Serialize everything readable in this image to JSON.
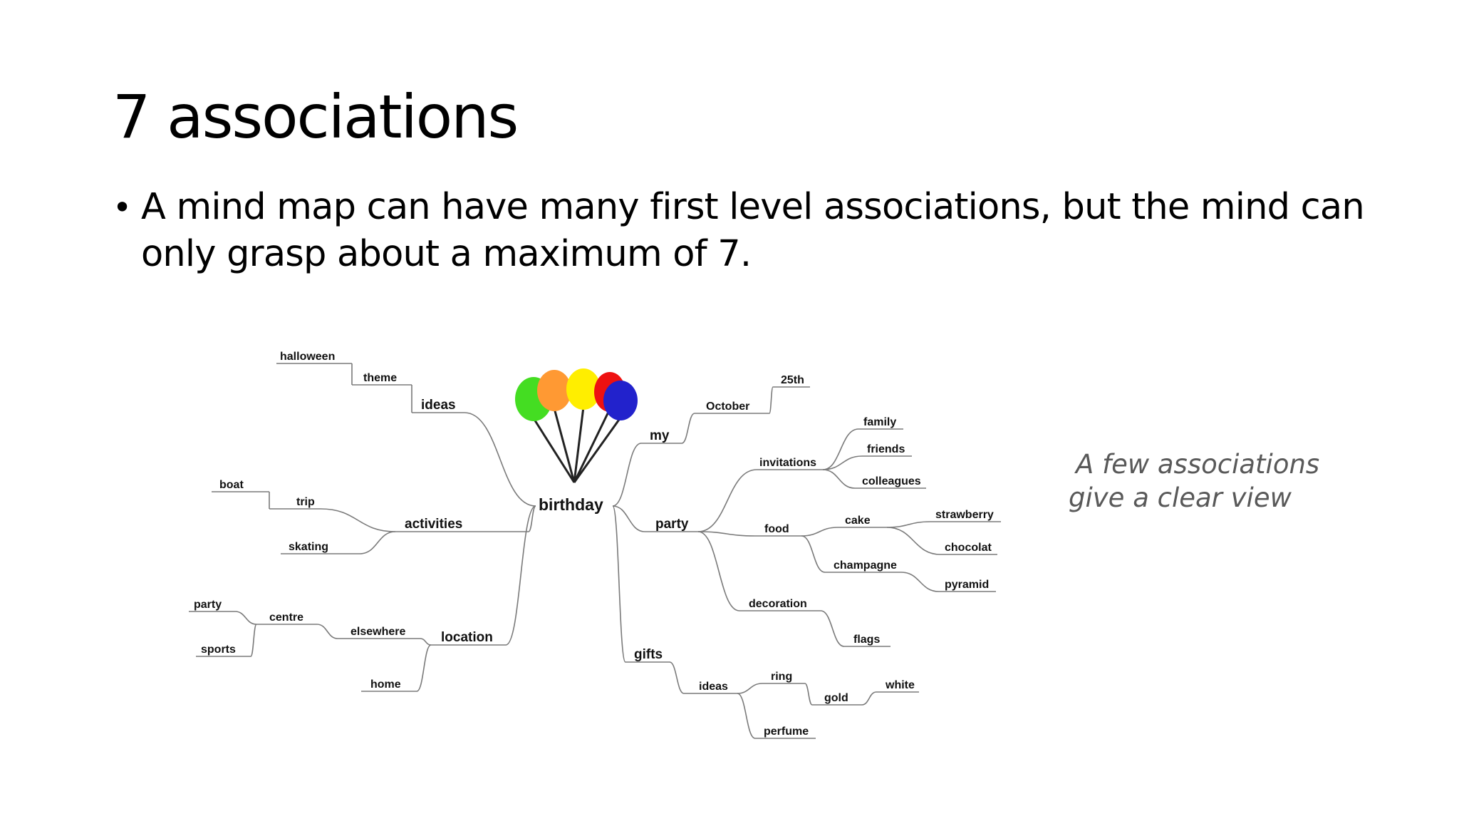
{
  "slide": {
    "title": "7 associations",
    "bullet": "A mind map can have many first level associations, but the mind can only grasp about a maximum of 7.",
    "caption_line1": "A few associations",
    "caption_line2": "give a clear view"
  },
  "mindmap": {
    "center": "birthday",
    "balloon_colors": [
      "#44dd22",
      "#ff9933",
      "#ffee00",
      "#ee1111",
      "#2222cc"
    ],
    "line_color": "#7a7a7a",
    "nodes": [
      {
        "id": "birthday",
        "label": "birthday"
      },
      {
        "id": "ideas",
        "label": "ideas"
      },
      {
        "id": "theme",
        "label": "theme"
      },
      {
        "id": "halloween",
        "label": "halloween"
      },
      {
        "id": "activities",
        "label": "activities"
      },
      {
        "id": "trip",
        "label": "trip"
      },
      {
        "id": "boat",
        "label": "boat"
      },
      {
        "id": "skating",
        "label": "skating"
      },
      {
        "id": "location",
        "label": "location"
      },
      {
        "id": "elsewhere",
        "label": "elsewhere"
      },
      {
        "id": "centre",
        "label": "centre"
      },
      {
        "id": "party_l",
        "label": "party"
      },
      {
        "id": "sports",
        "label": "sports"
      },
      {
        "id": "home",
        "label": "home"
      },
      {
        "id": "my",
        "label": "my"
      },
      {
        "id": "october",
        "label": "October"
      },
      {
        "id": "d25th",
        "label": "25th"
      },
      {
        "id": "party",
        "label": "party"
      },
      {
        "id": "invitations",
        "label": "invitations"
      },
      {
        "id": "family",
        "label": "family"
      },
      {
        "id": "friends",
        "label": "friends"
      },
      {
        "id": "colleagues",
        "label": "colleagues"
      },
      {
        "id": "food",
        "label": "food"
      },
      {
        "id": "cake",
        "label": "cake"
      },
      {
        "id": "strawberry",
        "label": "strawberry"
      },
      {
        "id": "chocolat",
        "label": "chocolat"
      },
      {
        "id": "champagne",
        "label": "champagne"
      },
      {
        "id": "pyramid",
        "label": "pyramid"
      },
      {
        "id": "decoration",
        "label": "decoration"
      },
      {
        "id": "flags",
        "label": "flags"
      },
      {
        "id": "gifts",
        "label": "gifts"
      },
      {
        "id": "ideas_g",
        "label": "ideas"
      },
      {
        "id": "ring",
        "label": "ring"
      },
      {
        "id": "gold",
        "label": "gold"
      },
      {
        "id": "white",
        "label": "white"
      },
      {
        "id": "perfume",
        "label": "perfume"
      }
    ],
    "edges": [
      [
        "birthday",
        "ideas"
      ],
      [
        "ideas",
        "theme"
      ],
      [
        "theme",
        "halloween"
      ],
      [
        "birthday",
        "activities"
      ],
      [
        "activities",
        "trip"
      ],
      [
        "trip",
        "boat"
      ],
      [
        "activities",
        "skating"
      ],
      [
        "birthday",
        "location"
      ],
      [
        "location",
        "elsewhere"
      ],
      [
        "elsewhere",
        "centre"
      ],
      [
        "centre",
        "party_l"
      ],
      [
        "centre",
        "sports"
      ],
      [
        "location",
        "home"
      ],
      [
        "birthday",
        "my"
      ],
      [
        "my",
        "october"
      ],
      [
        "october",
        "d25th"
      ],
      [
        "birthday",
        "party"
      ],
      [
        "party",
        "invitations"
      ],
      [
        "invitations",
        "family"
      ],
      [
        "invitations",
        "friends"
      ],
      [
        "invitations",
        "colleagues"
      ],
      [
        "party",
        "food"
      ],
      [
        "food",
        "cake"
      ],
      [
        "cake",
        "strawberry"
      ],
      [
        "cake",
        "chocolat"
      ],
      [
        "food",
        "champagne"
      ],
      [
        "champagne",
        "pyramid"
      ],
      [
        "party",
        "decoration"
      ],
      [
        "decoration",
        "flags"
      ],
      [
        "birthday",
        "gifts"
      ],
      [
        "gifts",
        "ideas_g"
      ],
      [
        "ideas_g",
        "ring"
      ],
      [
        "ring",
        "gold"
      ],
      [
        "gold",
        "white"
      ],
      [
        "ideas_g",
        "perfume"
      ]
    ]
  }
}
